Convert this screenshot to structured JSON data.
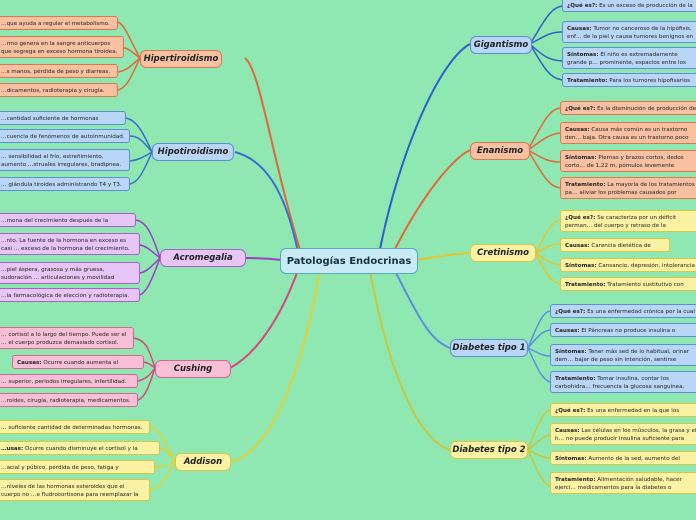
{
  "center": "Patologías Endocrinas",
  "topics": {
    "hipertiroidismo": "Hipertiroidismo",
    "hipotiroidismo": "Hipotiroidismo",
    "acromegalia": "Acromegalia",
    "cushing": "Cushing",
    "addison": "Addison",
    "gigantismo": "Gigantismo",
    "enanismo": "Enanismo",
    "cretinismo": "Cretinismo",
    "diabetes1": "Diabetes tipo 1",
    "diabetes2": "Diabetes tipo 2"
  },
  "leaves": {
    "hiper1": "…que ayuda a regular el metabolismo.",
    "hiper2": "…rmo genera en la sangre anticuerpos que segrega en exceso hormona tiroidea.",
    "hiper3": "…s manos, pérdida de peso y diarreas.",
    "hiper4": "…dicamentos, radioterapia y cirugía.",
    "hipo1": "…cantidad suficiente de hormonas tiroideas.",
    "hipo2": "…cuencia de fenómenos de autoinmunidad.",
    "hipo3": "… sensibilidad al frío, estreñimiento, aumento …struales irregulares, bradipnea.",
    "hipo4": "… glándula tiroides administrando T4 y T3.",
    "acro1": "…mona del crecimiento después de la pubertad.",
    "acro2": "…nto. La fuente de la hormona en exceso es casi … exceso de la hormona del crecimiento.",
    "acro3": "…piel áspera, grasosa y más gruesa, sudoración … articulaciones y movilidad reducida.",
    "acro4": "…ia farmacológica de elección y radioterapia.",
    "cush1": "… cortisol a lo largo del tiempo. Puede ser el … el cuerpo produzca demasiado cortisol.",
    "cush2_b": "Causas:",
    "cush2": " Ocurre cuando aumenta el cortisol.",
    "cush3": "… superior, periodos irregulares, infertilidad.",
    "cush4": "…roides, cirugía, radioterapia, medicamentos.",
    "add1": "… suficiente cantidad de determinadas hormonas.",
    "add2_b": "…usas:",
    "add2": " Ocurre cuando disminuye el cortisol y la aldosterona.",
    "add3": "…acial y púbico, pérdida de peso, fatiga y cansancio.",
    "add4": "…niveles de las hormonas esteroides que el cuerpo no …e fludrocortisona para reemplazar la aldosterona.",
    "gig1_b": "¿Qué es?:",
    "gig1": " Es un exceso de producción de la hor…",
    "gig2_b": "Causas:",
    "gig2": " Tumor no canceroso de la hipófisis, enf… de la piel y causa tumores benignos en la piel, e…",
    "gig3_b": "Síntomas:",
    "gig3": " El niño es extremadamente grande p… prominente, espacios entre los dientes, aumen…",
    "gig4_b": "Tratamiento:",
    "gig4": " Para los tumores hipofisarios es l…",
    "ena1_b": "¿Qué es?:",
    "ena1": " Es la disminución de producción de la…",
    "ena2_b": "Causas:",
    "ena2": " Causa más común es un trastorno den… baja. Otra causa es un trastorno poco común de…",
    "ena3_b": "Síntomas:",
    "ena3": " Piernas y brazos cortos, dedos corto… de 1,22 m, pómulos levemente aplanados, una a…",
    "ena4_b": "Tratamiento:",
    "ena4": " La mayoría de los tratamientos pa… aliviar los problemas causados por complicacion…",
    "cre1_b": "¿Qué es?:",
    "cre1": " Se caracteriza por un déficit perman… del cuerpo y retraso de la inteligencia; es debida…",
    "cre2_b": "Causas:",
    "cre2": " Carencia dietética de yodo.",
    "cre3_b": "Síntomas:",
    "cre3": " Cansancio, depresión, intolerancia al…",
    "cre4_b": "Tratamiento:",
    "cre4": " Tratamiento sustitutivo con hormo…",
    "d1a_b": "¿Qué es?:",
    "d1a": " Es una enfermedad crónica por la cual h…",
    "d1b_b": "Causas:",
    "d1b": " El Páncreas no produce insulina o produce…",
    "d1c_b": "Síntomas:",
    "d1c": " Tener más sed de lo habitual, orinar dem… bajar de peso sin intención, sentirse cansado y débil…",
    "d1d_b": "Tratamiento:",
    "d1d": " Tomar insulina, contar los carbohidra… frecuencia la glucosa sanguínea, consumir alimento…",
    "d2a_b": "¿Qué es?:",
    "d2a": " Es una enfermedad en la que los niveles…",
    "d2b_b": "Causas:",
    "d2b": " Las células en los músculos, la grasa y el h… no puede producir insulina suficiente para controlar…",
    "d2c_b": "Síntomas:",
    "d2c": " Aumento de la sed, aumento del hambr…",
    "d2d_b": "Tratamiento:",
    "d2d": " Alimentación saludable, hacer ejerci… medicamentos para la diabetes o tratamiento con…"
  },
  "colors": {
    "background": "#8fe8b2",
    "hipertiroidismo": "#e2683a",
    "hipotiroidismo": "#3a6fd0",
    "acromegalia": "#9a3fc4",
    "cushing": "#d24a7e",
    "addison": "#e3d035",
    "gigantismo": "#2f5fc9",
    "enanismo": "#e2683a",
    "cretinismo": "#e8c32a",
    "diabetes1": "#5a8fe0",
    "diabetes2": "#c8c83a"
  }
}
